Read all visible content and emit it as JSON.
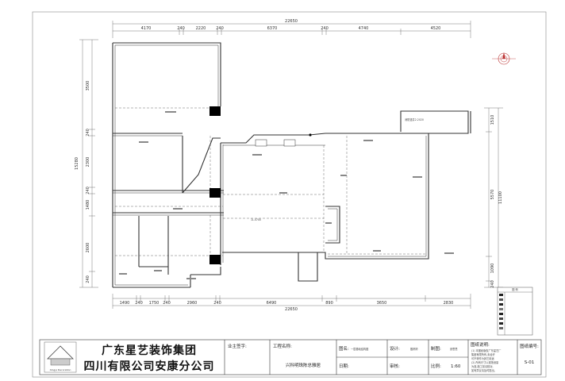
{
  "dimensions": {
    "top_total": "22650",
    "top_segments": [
      "4170",
      "240",
      "2220",
      "240",
      "6370",
      "240",
      "4740",
      "4520"
    ],
    "bottom_total": "22650",
    "bottom_segments": [
      "1490",
      "240",
      "1750",
      "240",
      "2960",
      "240",
      "6490",
      "890",
      "3650",
      "2830"
    ],
    "left_total": "15280",
    "left_segments": [
      "3500",
      "240",
      "2300",
      "240",
      "1480",
      "2600",
      "240"
    ],
    "right_total": "11100",
    "right_segments": [
      "1510",
      "5570",
      "1090",
      "240"
    ]
  },
  "room_labels": {
    "fire_shaft": "消防竖井2.2020",
    "big_room": "1L.0700"
  },
  "legend": {
    "title": "图 例"
  },
  "title_block": {
    "company_line1": "广东星艺装饰集团",
    "company_line2": "四川有限公司安康分公司",
    "logo_text": "Xingyi Decoration",
    "owner_label": "业主签字:",
    "project_label": "工程名称:",
    "project_value": "兴科明珠陈总雅居",
    "drawing_name_label": "图名:",
    "drawing_name_value": "一层基础结构图",
    "design_label": "设计:",
    "design_value": "殷婷婷",
    "draw_label": "制图:",
    "draw_value": "张思思",
    "date_label": "日期:",
    "review_label": "审核:",
    "scale_label": "比例:",
    "scale_value": "1:60",
    "notes_label": "图纸说明:",
    "notes_lines": [
      "(1) 本图纸版权广东星艺厂",
      "集团有限所有,未经许",
      "可不得作为其它用途",
      "(2) 所有尺寸以现场测量",
      "为准,施工前请核对,",
      "如有异议请及时提出。"
    ],
    "sheet_no_label": "图纸编号:",
    "sheet_no_value": "S-01"
  },
  "colors": {
    "wall": "#333333",
    "column": "#000000",
    "dim_line": "#555555"
  }
}
